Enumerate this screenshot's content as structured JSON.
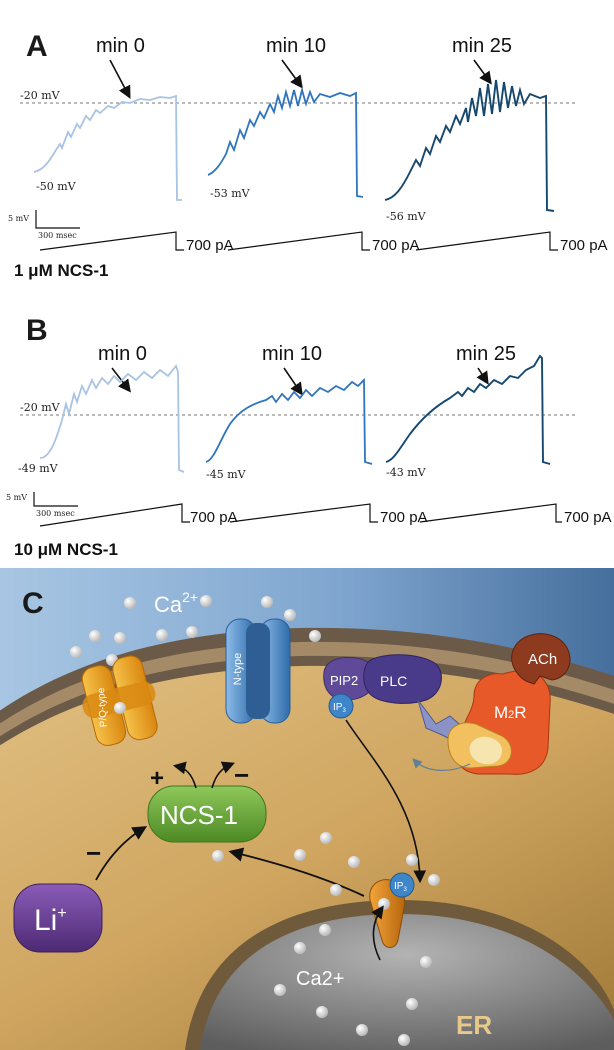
{
  "panels": {
    "A": {
      "letter": "A",
      "condition": "1 μM NCS-1",
      "traces": [
        {
          "label": "min 0",
          "ref": "-20 mV",
          "start": "-50 mV",
          "ramp": "700 pA",
          "color": "#a9c3e3"
        },
        {
          "label": "min 10",
          "start": "-53 mV",
          "ramp": "700 pA",
          "color": "#2f74bd"
        },
        {
          "label": "min 25",
          "start": "-56 mV",
          "ramp": "700 pA",
          "color": "#16476f"
        }
      ],
      "scale": {
        "v": "5 mV",
        "t": "300 msec"
      }
    },
    "B": {
      "letter": "B",
      "condition": "10 μM NCS-1",
      "traces": [
        {
          "label": "min 0",
          "ref": "-20 mV",
          "start": "-49 mV",
          "ramp": "700 pA",
          "color": "#a9c3e3"
        },
        {
          "label": "min 10",
          "start": "-45 mV",
          "ramp": "700 pA",
          "color": "#2f74bd"
        },
        {
          "label": "min 25",
          "start": "-43 mV",
          "ramp": "700 pA",
          "color": "#16476f"
        }
      ],
      "scale": {
        "v": "5 mV",
        "t": "300 msec"
      }
    }
  },
  "panel_c": {
    "letter": "C",
    "ca_top": "Ca",
    "ca_top_sup": "2+",
    "channel_pq": "P/Q-type",
    "channel_n": "N-type",
    "pip2": "PIP2",
    "plc": "PLC",
    "ip3": "IP",
    "ip3_sub": "3",
    "ip3_receptor": "IP",
    "ip3_receptor_sub": "3",
    "ach": "ACh",
    "m2r": "M",
    "m2r_sub": "2",
    "m2r_end": "R",
    "ncs1": "NCS-1",
    "li": "Li",
    "li_sup": "+",
    "plus": "+",
    "minus_n": "−",
    "minus_li": "−",
    "ca_er": "Ca2+",
    "er": "ER",
    "colors": {
      "extracellular": "#7fa6cf",
      "cytoplasm": "#cfa560",
      "er": "#8a8a8a",
      "ncs1": "#6aa838",
      "li": "#6a3d94",
      "pq_channel": "#f0a41e",
      "n_channel": "#4f8fd0",
      "m2r": "#e8592a"
    }
  }
}
